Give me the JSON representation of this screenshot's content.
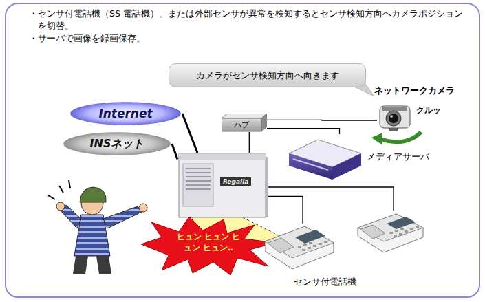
{
  "diagram": {
    "nodes": [
      {
        "text": [
          "カメラがセンサ検知方向へ向きます"
        ]
      },
      {
        "text": [
          "ネットワークカメラ"
        ]
      },
      {
        "text": [
          "Internet"
        ]
      },
      {
        "text": [
          "ハブ"
        ]
      },
      {
        "text": [
          "INSネット"
        ]
      },
      {
        "text": [
          "メディアサーバ"
        ]
      },
      {
        "text": [
          "Regalia"
        ]
      },
      {
        "text": [
          "ヒュン ヒュン ヒュン ヒュン‥"
        ]
      },
      {
        "text": [
          "センサ付電話機"
        ]
      }
    ],
    "edges": [
      {
        "from": 2,
        "to": 6,
        "arrow": "none"
      },
      {
        "from": 4,
        "to": 6,
        "arrow": "none"
      },
      {
        "from": 6,
        "to": 3,
        "arrow": "none"
      },
      {
        "from": 3,
        "to": 1,
        "arrow": "none"
      },
      {
        "from": 3,
        "to": 5,
        "arrow": "none"
      },
      {
        "from": 6,
        "to": 8,
        "arrow": "none"
      }
    ],
    "labels": [
      "・センサ付電話機（SS 電話機）、または外部センサが異常を検知するとセンサ検知方向へカメラポジションを切替。",
      "・サーバで画像を録画保存。",
      "クルッ"
    ]
  }
}
